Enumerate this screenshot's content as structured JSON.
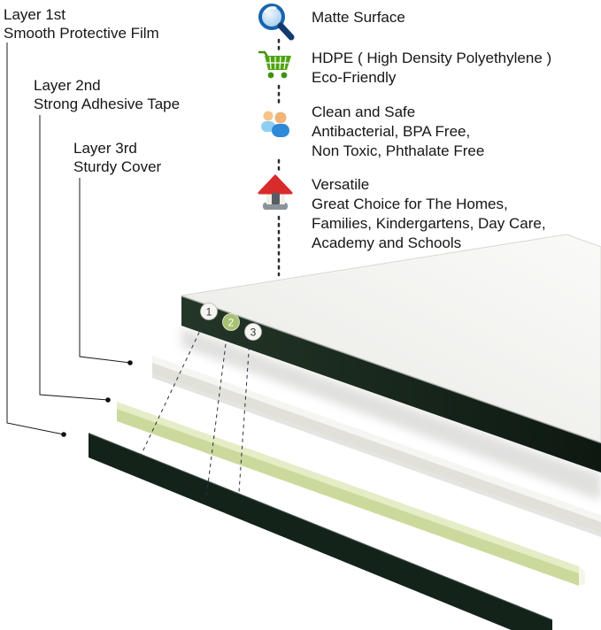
{
  "layers": [
    {
      "title": "Layer 1st",
      "desc": "Smooth Protective Film"
    },
    {
      "title": "Layer 2nd",
      "desc": "Strong Adhesive Tape"
    },
    {
      "title": "Layer 3rd",
      "desc": "Sturdy Cover"
    }
  ],
  "features": [
    {
      "icon": "magnifier-icon",
      "lines": [
        "Matte Surface"
      ]
    },
    {
      "icon": "cart-icon",
      "lines": [
        "HDPE ( High Density Polyethylene )",
        "Eco-Friendly"
      ]
    },
    {
      "icon": "people-icon",
      "lines": [
        "Clean and Safe",
        "Antibacterial, BPA Free,",
        "Non Toxic, Phthalate Free"
      ]
    },
    {
      "icon": "house-icon",
      "lines": [
        "Versatile",
        "Great Choice for The Homes,",
        "Families, Kindergartens, Day Care,",
        "Academy and Schools"
      ]
    }
  ],
  "markers": [
    "1",
    "2",
    "3"
  ],
  "colors": {
    "board_edge": "#17271d",
    "film_strip": "#f5f5f2",
    "adhesive_strip": "#cbda9c",
    "cover_strip": "#14231a",
    "marker_green": "#a9c173",
    "magnifier_blue": "#1565ad",
    "cart_green": "#4fa312",
    "people_blue": "#2f88d8",
    "house_red": "#d92b2b"
  }
}
